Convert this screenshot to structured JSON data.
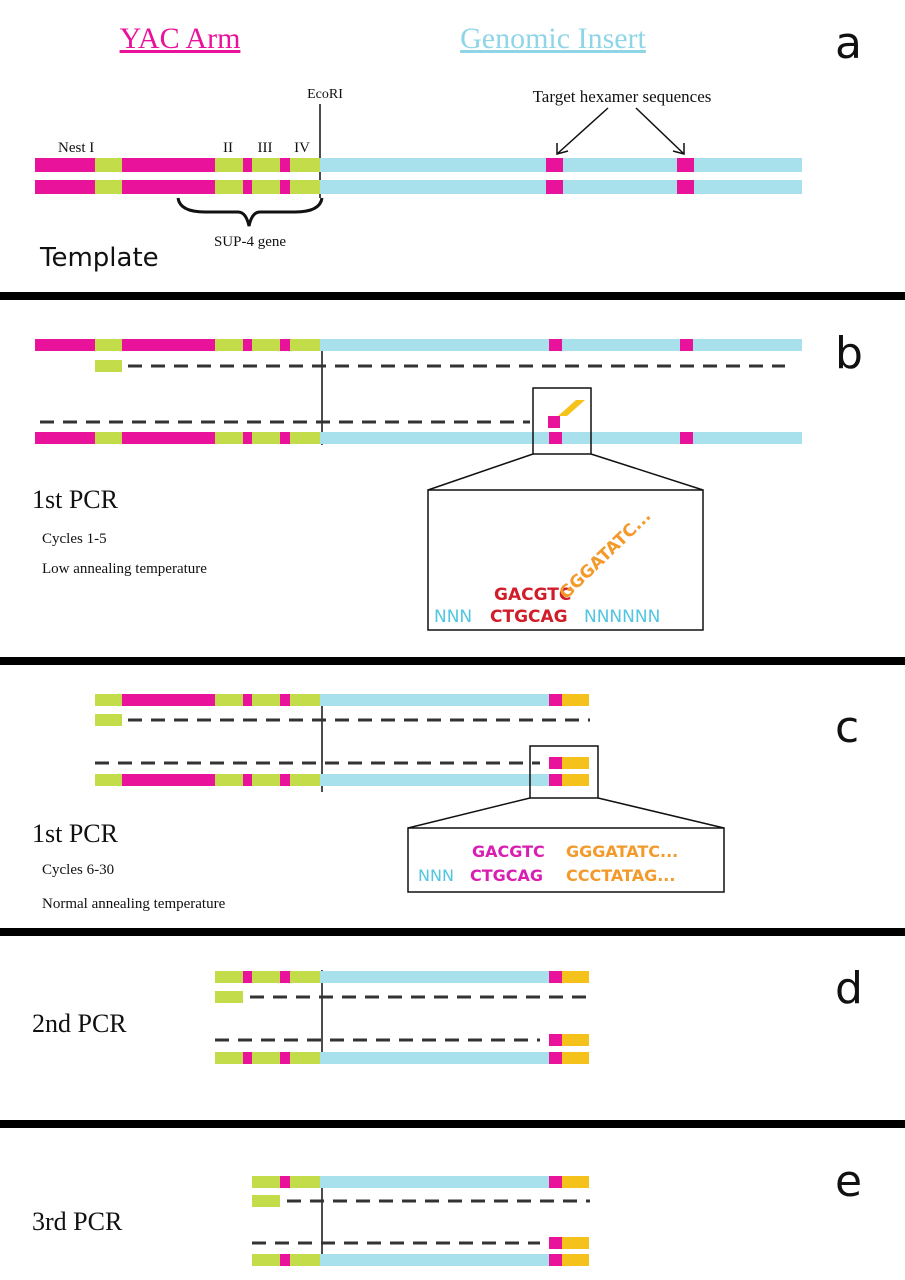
{
  "colors": {
    "yac": "#e8139a",
    "genomic": "#a8e0ec",
    "nest": "#c3dd4a",
    "hexamer": "#e8139a",
    "primer_tail": "#f5c21b",
    "seq_red": "#d11d2a",
    "seq_orange": "#f39a2b",
    "seq_magenta": "#d91fb2",
    "seq_cyan": "#52c5e0",
    "line": "#111111",
    "dash": "#333333"
  },
  "header": {
    "yac_arm": "YAC Arm",
    "genomic_insert": "Genomic Insert"
  },
  "panel_a": {
    "letter": "a",
    "ecori": "EcoRI",
    "target": "Target hexamer sequences",
    "nest_i": "Nest I",
    "nest_ii": "II",
    "nest_iii": "III",
    "nest_iv": "IV",
    "sup4": "SUP-4 gene",
    "template": "Template"
  },
  "panel_b": {
    "letter": "b",
    "title": "1st PCR",
    "cycles": "Cycles 1-5",
    "temperature": "Low annealing temperature",
    "inset_top_hex": "GACGTC",
    "inset_top_tail": "GGGATATC...",
    "inset_bottom_n1": "NNN",
    "inset_bottom_hex": "CTGCAG",
    "inset_bottom_n2": "NNNNNN"
  },
  "panel_c": {
    "letter": "c",
    "title": "1st PCR",
    "cycles": "Cycles 6-30",
    "temperature": "Normal annealing temperature",
    "inset_top_hex": "GACGTC",
    "inset_top_tail": "GGGATATC...",
    "inset_bottom_n1": "NNN",
    "inset_bottom_hex": "CTGCAG",
    "inset_bottom_tail": "CCCTATAG..."
  },
  "panel_d": {
    "letter": "d",
    "title": "2nd PCR"
  },
  "panel_e": {
    "letter": "e",
    "title": "3rd PCR"
  }
}
